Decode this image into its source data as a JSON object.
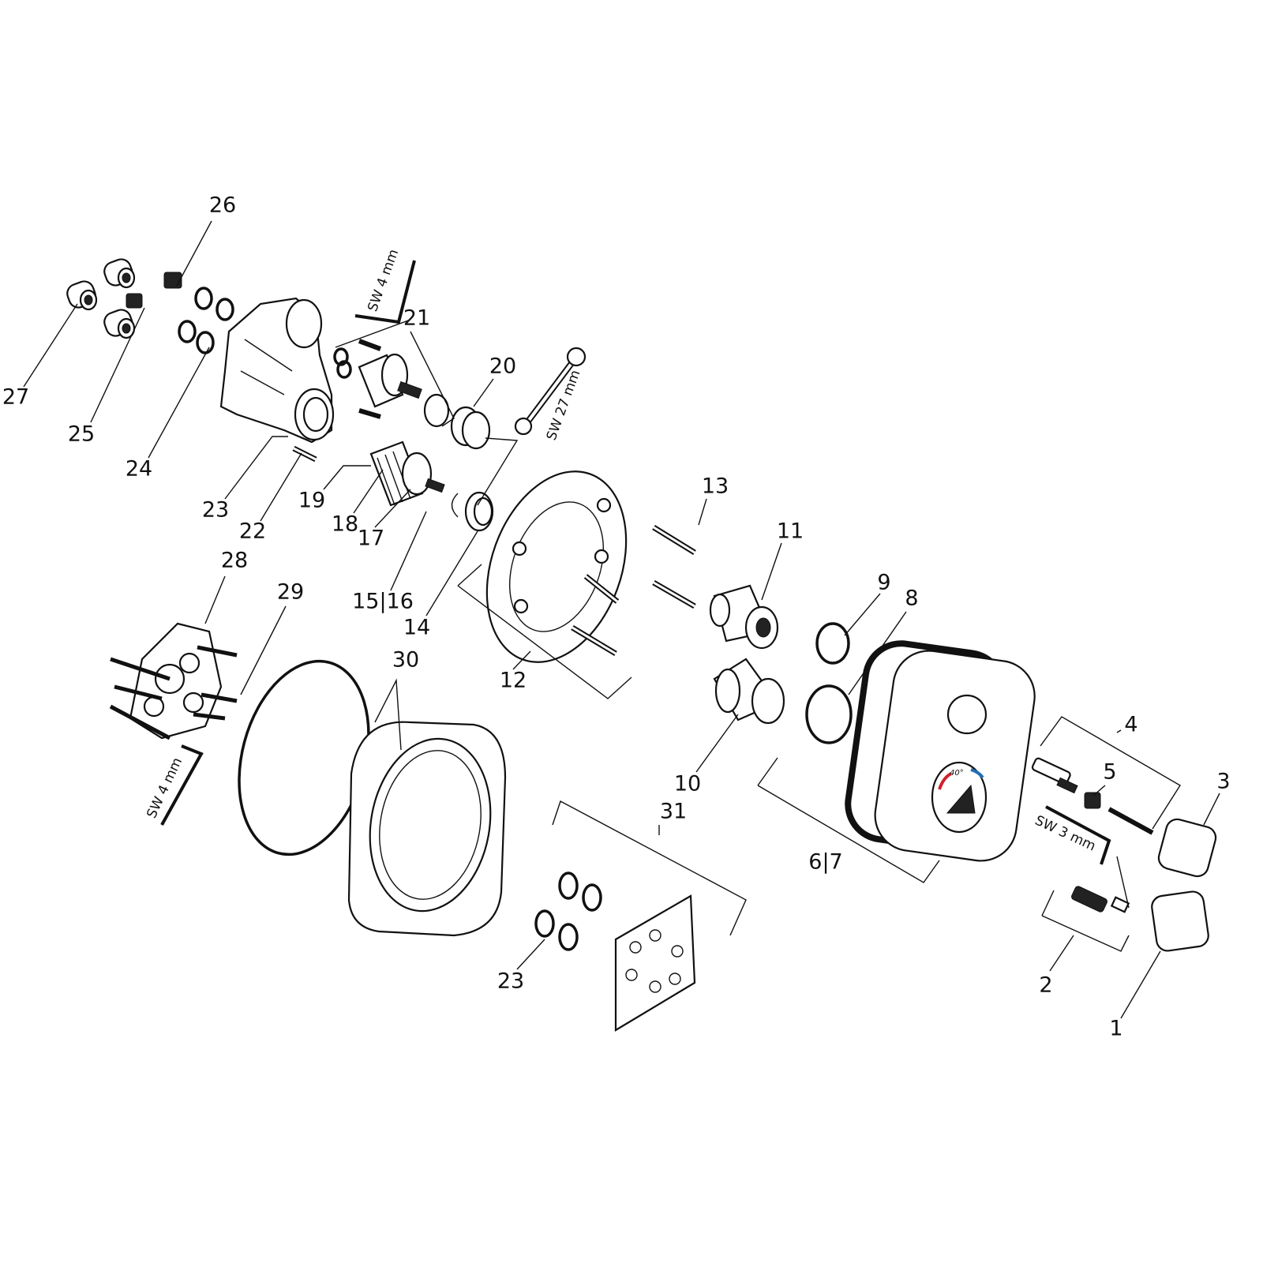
{
  "diagram": {
    "part_labels": {
      "p1": "1",
      "p2": "2",
      "p3": "3",
      "p4": "4",
      "p5": "5",
      "p6_7": "6|7",
      "p8": "8",
      "p9": "9",
      "p10": "10",
      "p11": "11",
      "p12": "12",
      "p13": "13",
      "p14": "14",
      "p15_16": "15|16",
      "p17": "17",
      "p18": "18",
      "p19": "19",
      "p20": "20",
      "p21": "21",
      "p22": "22",
      "p23_body": "23",
      "p23_orings": "23",
      "p24": "24",
      "p25": "25",
      "p26": "26",
      "p27": "27",
      "p28": "28",
      "p29": "29",
      "p30": "30",
      "p31": "31"
    },
    "tool_labels": {
      "hex_key_top": "SW 4 mm",
      "wrench": "SW 27 mm",
      "hex_key_left": "SW 4 mm",
      "hex_key_right": "SW 3 mm"
    },
    "trim_marking": "40°",
    "colors": {
      "hot": "#d0202a",
      "cold": "#1f6fb5",
      "line": "#111111"
    }
  }
}
